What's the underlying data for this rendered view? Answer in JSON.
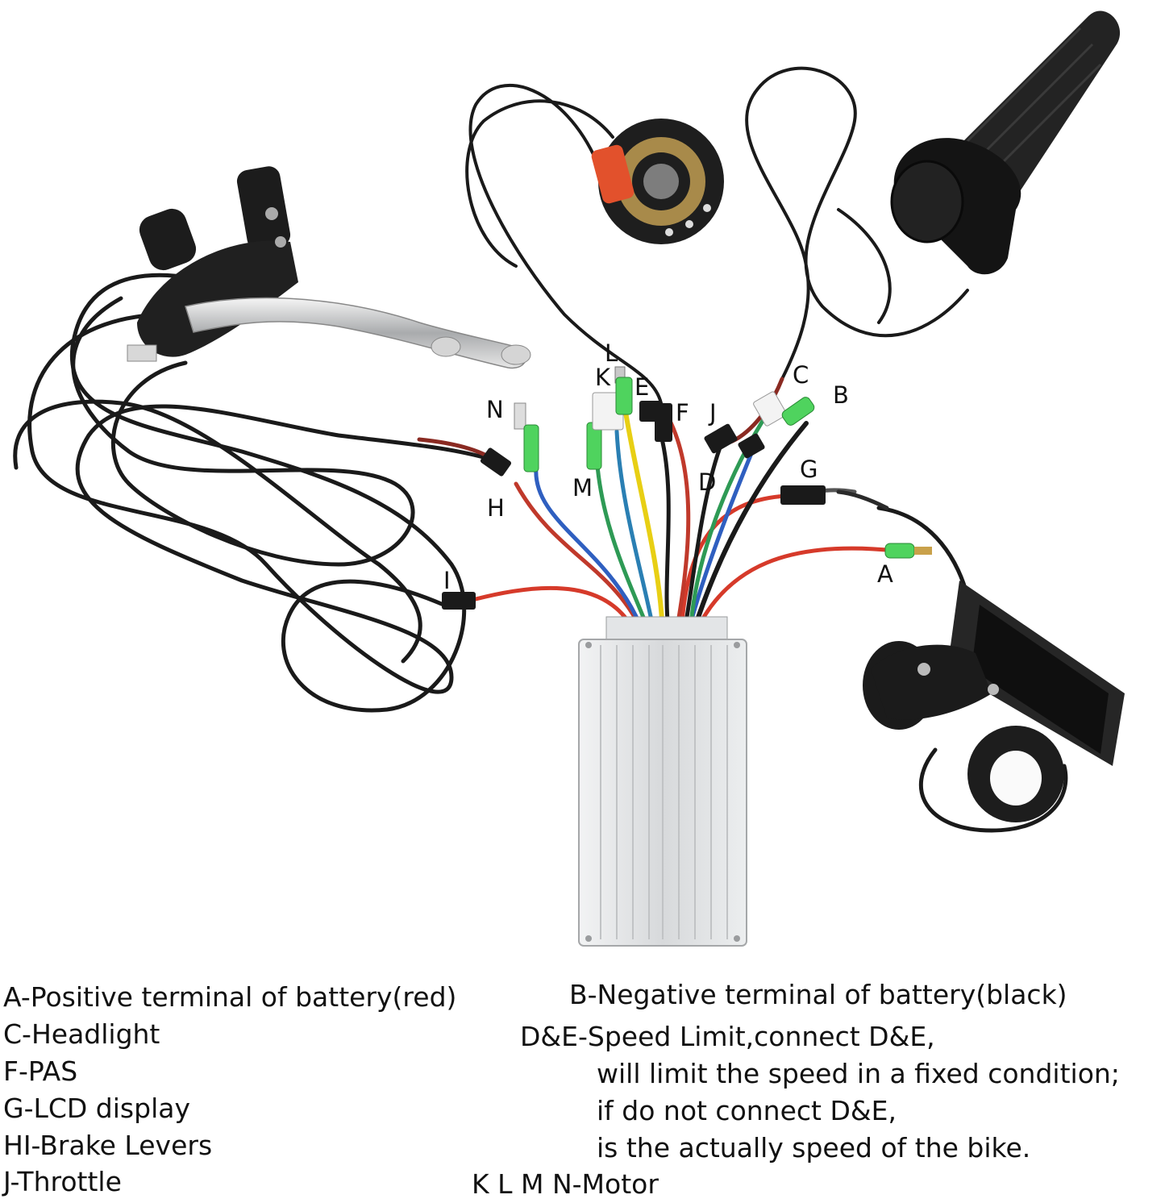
{
  "labels": {
    "a": "A",
    "b": "B",
    "c": "C",
    "d": "D",
    "e": "E",
    "f": "F",
    "g": "G",
    "h": "H",
    "i": "I",
    "j": "J",
    "k": "K",
    "l": "L",
    "m": "M",
    "n": "N"
  },
  "legend": {
    "a": "A-Positive terminal of battery(red)",
    "b": "B-Negative terminal of battery(black)",
    "c": "C-Headlight",
    "de": "D&E-Speed Limit,connect D&E,",
    "de_2": "will limit the speed in a fixed condition;",
    "de_3": "if do not connect D&E,",
    "de_4": "is the actually speed of the bike.",
    "f": "F-PAS",
    "g": "G-LCD display",
    "hi": "HI-Brake Levers",
    "j": "J-Throttle",
    "klmn": "K L M N-Motor"
  },
  "colors": {
    "red_wire": "#d63a2a",
    "black_wire": "#1a1a1a",
    "yellow_wire": "#e8cf14",
    "green_wire": "#2e9a55",
    "blue_wire": "#2f5fc0",
    "connector_green": "#4fd35e",
    "controller": "#d8dadc"
  }
}
